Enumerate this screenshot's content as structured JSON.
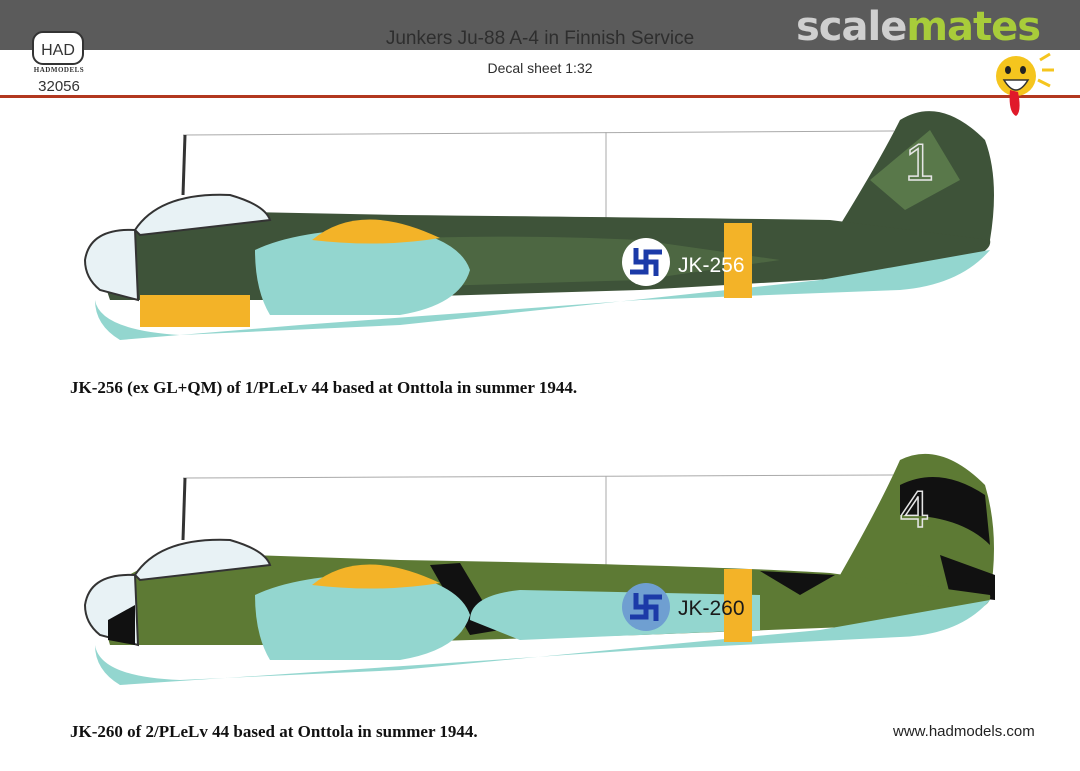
{
  "header": {
    "logo_text": "HAD",
    "logo_subtext": "HADMODELS",
    "catalog_number": "32056",
    "title": "Junkers Ju-88 A-4 in Finnish Service",
    "subtitle": "Decal sheet 1:32",
    "brand_part1": "scale",
    "brand_part2": "mates"
  },
  "aircraft": [
    {
      "fuselage_code": "JK-256",
      "tail_number": "1",
      "caption": "JK-256 (ex GL+QM) of 1/PLeLv 44 based at Onttola in summer 1944."
    },
    {
      "fuselage_code": "JK-260",
      "tail_number": "4",
      "caption": "JK-260 of 2/PLeLv 44 based at Onttola in summer 1944."
    }
  ],
  "footer": {
    "website": "www.hadmodels.com"
  },
  "colors": {
    "topbar": "#5b5b5b",
    "accent_line": "#b2381f",
    "upper_dark_green": "#3d4f3a",
    "upper_olive": "#5d7a34",
    "underside_light_blue": "#93d6cf",
    "yellow_band": "#f3b328",
    "roundel_blue": "#1b3aa8"
  }
}
